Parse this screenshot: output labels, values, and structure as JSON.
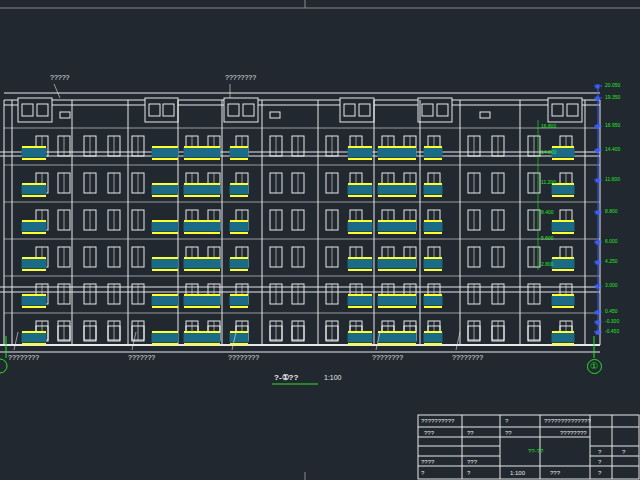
{
  "diagram": {
    "caption": "?-①??",
    "nodes": [
      {
        "text": [
          "①"
        ]
      }
    ],
    "labels": [
      "?????",
      "????????",
      "????????",
      "???????",
      "????????",
      "????????",
      "????????",
      "1:100",
      "20.050",
      "19.350",
      "16.950",
      "14.400",
      "11.600",
      "8.800",
      "6.000",
      "4.250",
      "3.000",
      "0.450",
      "-0.300",
      "-0.450",
      "16.800",
      "14.000",
      "11.200",
      "8.400",
      "5.600",
      "2.800",
      "??????????",
      "???",
      "??",
      "?",
      "??",
      "??????????????",
      "????????",
      "??-??",
      "????",
      "???",
      "?",
      "?",
      "1:100",
      "???",
      "?",
      "?",
      "?",
      "?"
    ]
  }
}
